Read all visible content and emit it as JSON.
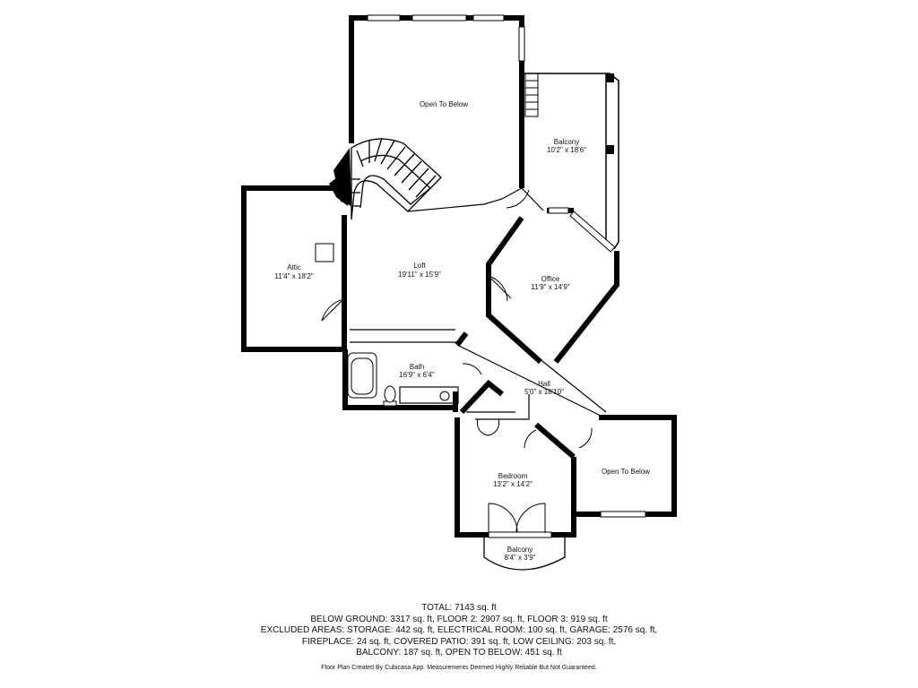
{
  "rooms": {
    "open_to_below_top": {
      "name": "Open To Below",
      "dims": ""
    },
    "balcony_top": {
      "name": "Balcony",
      "dims": "10'2\" x 18'6\""
    },
    "attic": {
      "name": "Attic",
      "dims": "11'4\" x 18'2\""
    },
    "loft": {
      "name": "Loft",
      "dims": "19'11\" x 15'9\""
    },
    "office": {
      "name": "Office",
      "dims": "11'9\" x 14'9\""
    },
    "bath": {
      "name": "Bath",
      "dims": "16'9\" x 6'4\""
    },
    "hall": {
      "name": "Hall",
      "dims": "5'0\" x 18'10\""
    },
    "bedroom": {
      "name": "Bedroom",
      "dims": "13'2\" x 14'2\""
    },
    "open_to_below_right": {
      "name": "Open To Below",
      "dims": ""
    },
    "balcony_bottom": {
      "name": "Balcony",
      "dims": "8'4\" x 3'9\""
    }
  },
  "summary": {
    "lines": [
      "TOTAL: 7143 sq. ft",
      "BELOW GROUND: 3317 sq. ft, FLOOR 2: 2907 sq. ft, FLOOR 3: 919 sq. ft",
      "EXCLUDED AREAS: STORAGE: 442 sq. ft, ELECTRICAL ROOM: 100 sq. ft, GARAGE: 2576 sq. ft,",
      "FIREPLACE: 24 sq. ft, COVERED PATIO: 391 sq. ft, LOW CEILING: 203 sq. ft,",
      "BALCONY: 187 sq. ft, OPEN TO BELOW: 451 sq. ft"
    ]
  },
  "footer": "Floor Plan Created By Cubicasa App. Measurements Deemed Highly Reliable But Not Guaranteed.",
  "colors": {
    "wall": "#000000",
    "background": "#ffffff",
    "fixture": "#555555"
  }
}
